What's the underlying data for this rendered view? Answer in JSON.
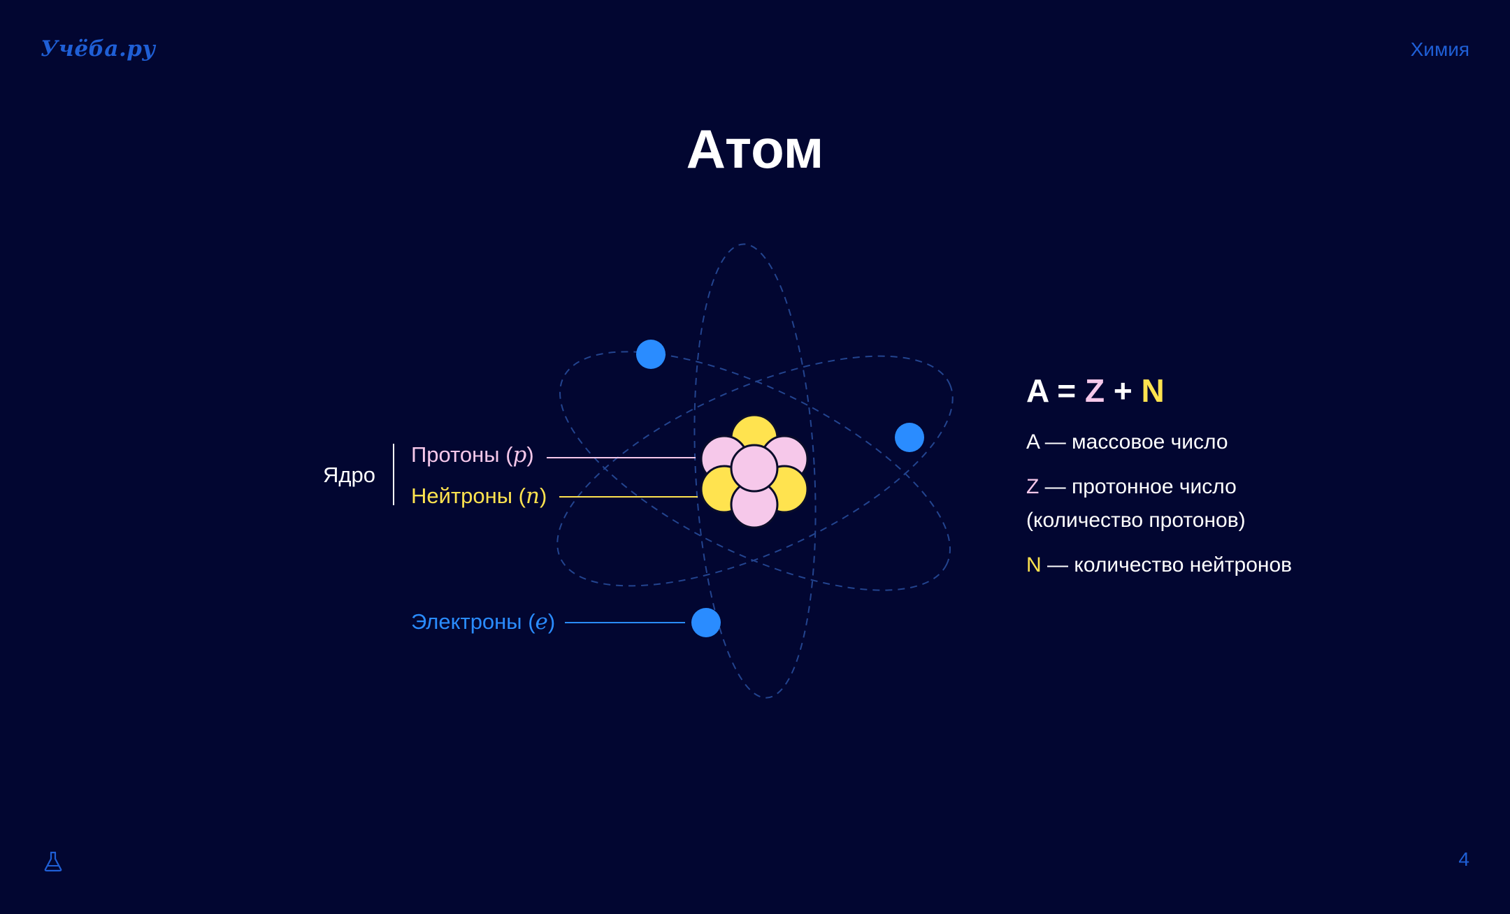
{
  "header": {
    "logo": "Учёба.ру",
    "subject": "Химия"
  },
  "slide": {
    "title": "Атом",
    "page_number": "4"
  },
  "labels": {
    "nucleus": "Ядро",
    "protons": "Протоны",
    "protons_symbol": "p",
    "neutrons": "Нейтроны",
    "neutrons_symbol": "n",
    "electrons": "Электроны",
    "electrons_symbol": "e"
  },
  "formula": {
    "a": "A",
    "eq": "=",
    "z": "Z",
    "plus": "+",
    "n": "N"
  },
  "legend": [
    {
      "symbol": "A",
      "text": "— массовое число"
    },
    {
      "symbol": "Z",
      "text": "— протонное число"
    },
    {
      "symbol": "",
      "text": "(количество протонов)"
    },
    {
      "symbol": "N",
      "text": "— количество нейтронов"
    }
  ],
  "colors": {
    "background": "#020631",
    "brand_blue": "#1f5fd6",
    "electron": "#2a8cff",
    "proton": "#f6c8ea",
    "neutron": "#ffe34f",
    "orbit": "#23448f"
  },
  "icons": {
    "footer": "flask-icon"
  }
}
